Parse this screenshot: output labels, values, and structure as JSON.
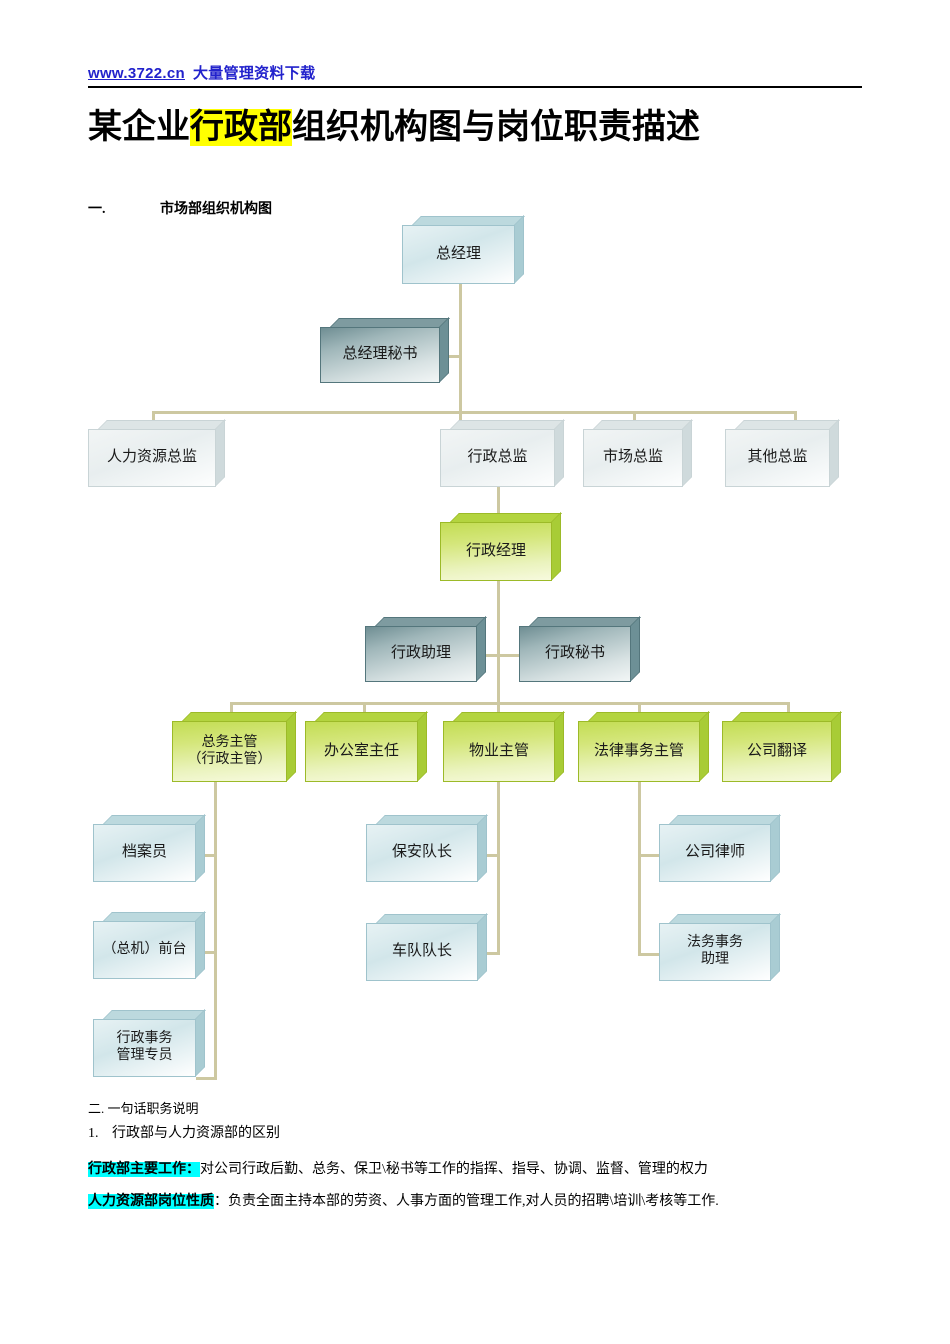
{
  "header": {
    "site_url": "www.3722.cn",
    "site_desc": "大量管理资料下载"
  },
  "title": {
    "before": "某企业",
    "highlight": "行政部",
    "after": "组织机构图与岗位职责描述"
  },
  "sections": {
    "one_num": "一.",
    "one_label": "市场部组织机构图",
    "two_num": "二.",
    "two_label": "一句话职务说明",
    "item_num": "1.",
    "item_label": "行政部与人力资源部的区别"
  },
  "colors": {
    "highlight_yellow": "#ffff00",
    "highlight_cyan": "#00ffff",
    "connector": "#cdc8a1",
    "green_box": "#c3dd54",
    "blue_box": "#d2e6ea",
    "steel_box": "#9fb6b9",
    "gray_box": "#e8eeef",
    "link_blue": "#2222cc"
  },
  "chart_data": {
    "type": "org-chart",
    "title": "市场部组织机构图",
    "nodes": [
      {
        "id": "gm",
        "label": "总经理",
        "style": "blue",
        "level": 0
      },
      {
        "id": "gm_sec",
        "label": "总经理秘书",
        "style": "steel",
        "level": 1,
        "parent": "gm",
        "relation": "staff"
      },
      {
        "id": "hr_dir",
        "label": "人力资源总监",
        "style": "gray",
        "level": 2,
        "parent": "gm"
      },
      {
        "id": "adm_dir",
        "label": "行政总监",
        "style": "gray",
        "level": 2,
        "parent": "gm"
      },
      {
        "id": "mkt_dir",
        "label": "市场总监",
        "style": "gray",
        "level": 2,
        "parent": "gm"
      },
      {
        "id": "oth_dir",
        "label": "其他总监",
        "style": "gray",
        "level": 2,
        "parent": "gm"
      },
      {
        "id": "adm_mgr",
        "label": "行政经理",
        "style": "green",
        "level": 3,
        "parent": "adm_dir"
      },
      {
        "id": "adm_asst",
        "label": "行政助理",
        "style": "steel",
        "level": 4,
        "parent": "adm_mgr",
        "relation": "staff"
      },
      {
        "id": "adm_sec",
        "label": "行政秘书",
        "style": "steel",
        "level": 4,
        "parent": "adm_mgr",
        "relation": "staff"
      },
      {
        "id": "gen_sup",
        "label": "总务主管\n（行政主管）",
        "style": "green",
        "level": 5,
        "parent": "adm_mgr"
      },
      {
        "id": "off_dir",
        "label": "办公室主任",
        "style": "green",
        "level": 5,
        "parent": "adm_mgr"
      },
      {
        "id": "prop_sup",
        "label": "物业主管",
        "style": "green",
        "level": 5,
        "parent": "adm_mgr"
      },
      {
        "id": "legal_sup",
        "label": "法律事务主管",
        "style": "green",
        "level": 5,
        "parent": "adm_mgr"
      },
      {
        "id": "translator",
        "label": "公司翻译",
        "style": "green",
        "level": 5,
        "parent": "adm_mgr"
      },
      {
        "id": "archivist",
        "label": "档案员",
        "style": "blue",
        "level": 6,
        "parent": "gen_sup"
      },
      {
        "id": "front",
        "label": "（总机）前台",
        "style": "blue",
        "level": 6,
        "parent": "gen_sup"
      },
      {
        "id": "adm_spec",
        "label": "行政事务\n管理专员",
        "style": "blue",
        "level": 6,
        "parent": "gen_sup"
      },
      {
        "id": "sec_lead",
        "label": "保安队长",
        "style": "blue",
        "level": 6,
        "parent": "prop_sup"
      },
      {
        "id": "fleet_lead",
        "label": "车队队长",
        "style": "blue",
        "level": 6,
        "parent": "prop_sup"
      },
      {
        "id": "lawyer",
        "label": "公司律师",
        "style": "blue",
        "level": 6,
        "parent": "legal_sup"
      },
      {
        "id": "legal_asst",
        "label": "法务事务\n助理",
        "style": "blue",
        "level": 6,
        "parent": "legal_sup"
      }
    ]
  },
  "nodes": {
    "gm": "总经理",
    "gm_sec": "总经理秘书",
    "hr_dir": "人力资源总监",
    "adm_dir": "行政总监",
    "mkt_dir": "市场总监",
    "oth_dir": "其他总监",
    "adm_mgr": "行政经理",
    "adm_asst": "行政助理",
    "adm_sec": "行政秘书",
    "gen_sup_l1": "总务主管",
    "gen_sup_l2": "（行政主管）",
    "off_dir": "办公室主任",
    "prop_sup": "物业主管",
    "legal_sup": "法律事务主管",
    "translator": "公司翻译",
    "archivist": "档案员",
    "front": "（总机）前台",
    "adm_spec_l1": "行政事务",
    "adm_spec_l2": "管理专员",
    "sec_lead": "保安队长",
    "fleet_lead": "车队队长",
    "lawyer": "公司律师",
    "legal_asst_l1": "法务事务",
    "legal_asst_l2": "助理"
  },
  "notes": {
    "line1_label": "行政部主要工作：",
    "line1_body": "对公司行政后勤、总务、保卫\\秘书等工作的指挥、指导、协调、监督、管理的权力",
    "line2_label": "人力资源部岗位性质",
    "line2_body": "：负责全面主持本部的劳资、人事方面的管理工作,对人员的招聘\\培训\\考核等工作."
  }
}
